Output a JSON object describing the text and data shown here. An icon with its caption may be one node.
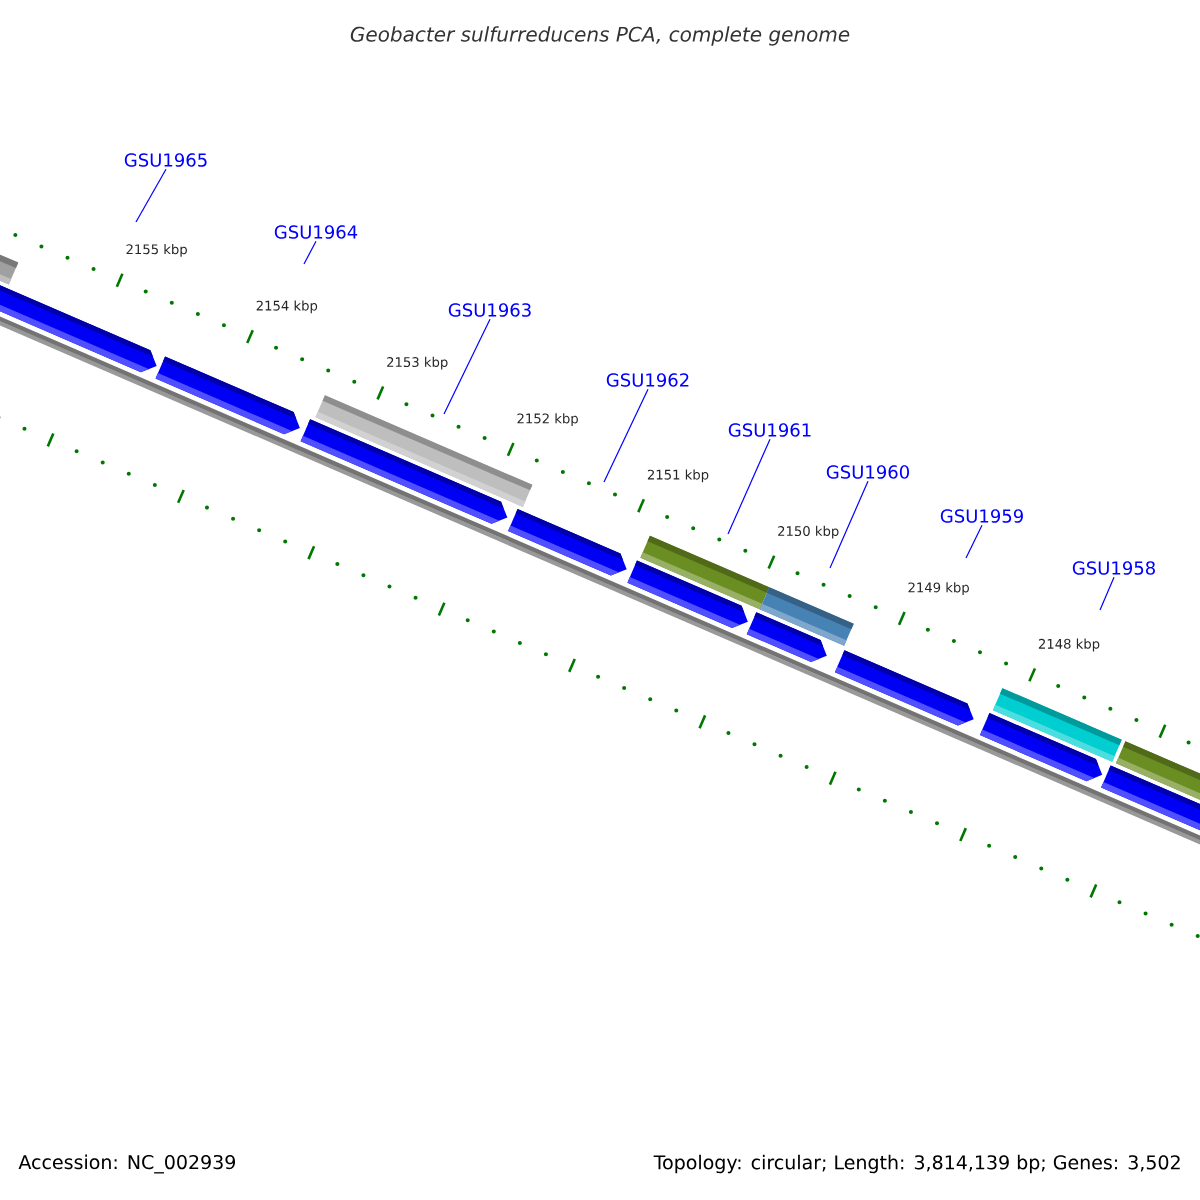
{
  "diagram": {
    "title": "Geobacter sulfurreducens PCA, complete genome",
    "nodes": [
      {
        "text": [
          "GSU1965"
        ]
      },
      {
        "text": [
          "GSU1964"
        ]
      },
      {
        "text": [
          "GSU1963"
        ]
      },
      {
        "text": [
          "GSU1962"
        ]
      },
      {
        "text": [
          "GSU1961"
        ]
      },
      {
        "text": [
          "GSU1960"
        ]
      },
      {
        "text": [
          "GSU1959"
        ]
      },
      {
        "text": [
          "GSU1958"
        ]
      }
    ],
    "edges": [
      {
        "from": 0,
        "to": null,
        "arrow": "none"
      },
      {
        "from": 1,
        "to": null,
        "arrow": "none"
      },
      {
        "from": 2,
        "to": null,
        "arrow": "none"
      },
      {
        "from": 3,
        "to": null,
        "arrow": "none"
      },
      {
        "from": 4,
        "to": null,
        "arrow": "none"
      },
      {
        "from": 5,
        "to": null,
        "arrow": "none"
      },
      {
        "from": 6,
        "to": null,
        "arrow": "none"
      },
      {
        "from": 7,
        "to": null,
        "arrow": "none"
      }
    ],
    "labels": [
      "2155 kbp",
      "2154 kbp",
      "2153 kbp",
      "2152 kbp",
      "2151 kbp",
      "2150 kbp",
      "2149 kbp",
      "2148 kbp",
      "Accession: NC_002939",
      "Topology: circular; Length: 3,814,139 bp; Genes: 3,502"
    ]
  }
}
